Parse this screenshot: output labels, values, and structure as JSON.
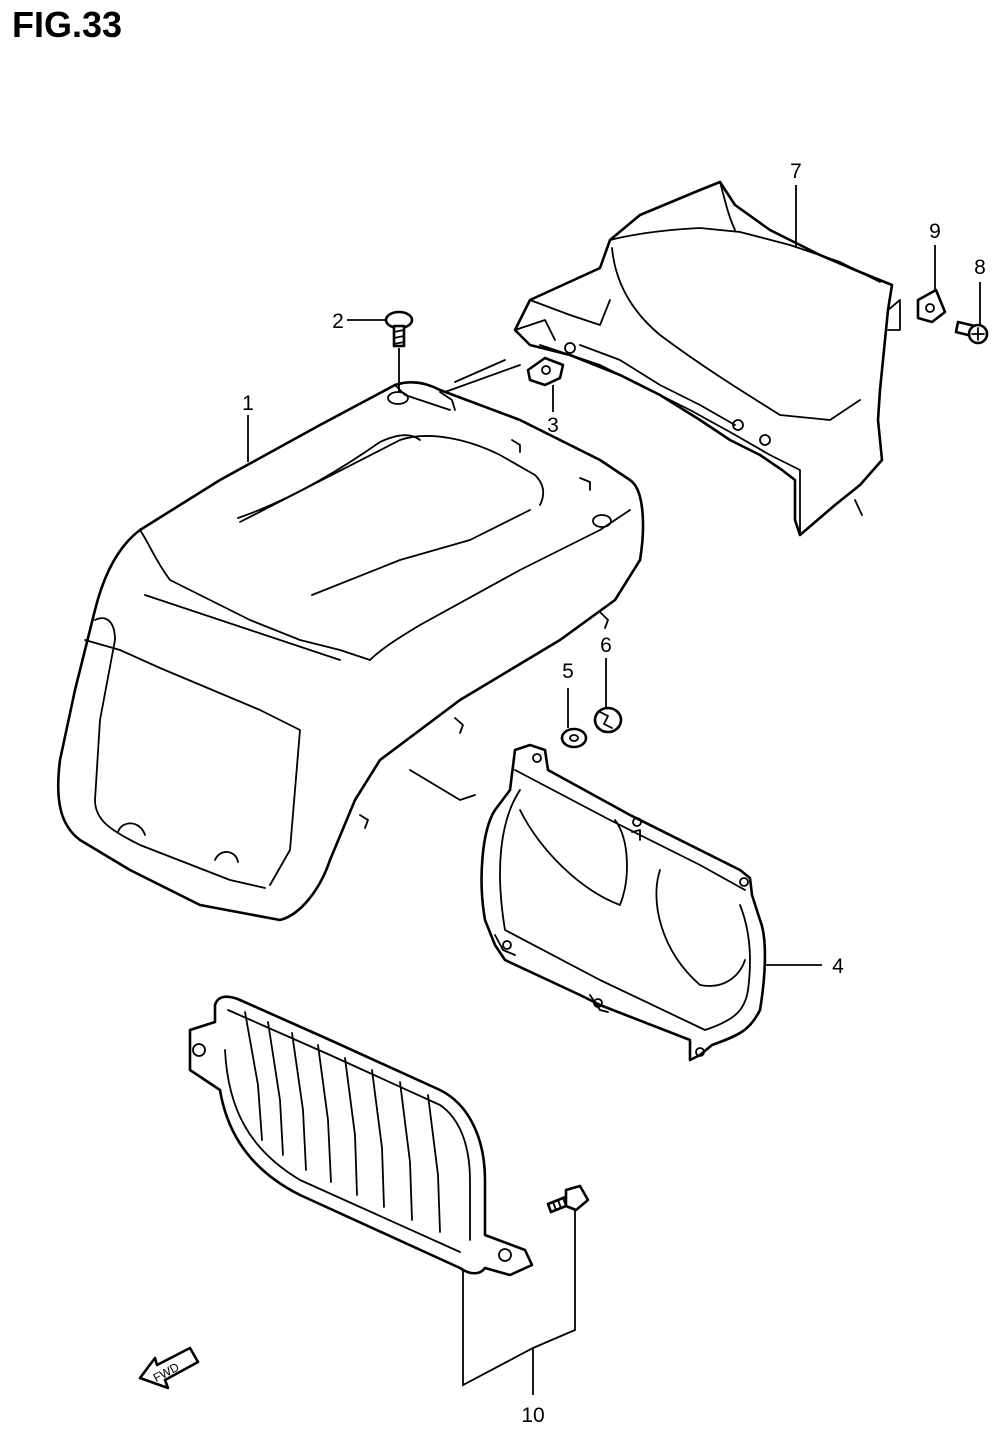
{
  "figure": {
    "title": "FIG.33"
  },
  "direction_marker": {
    "label": "FWD",
    "icon": "forward-arrow-icon"
  },
  "callouts": [
    {
      "id": "1",
      "label": "1"
    },
    {
      "id": "2",
      "label": "2"
    },
    {
      "id": "3",
      "label": "3"
    },
    {
      "id": "4",
      "label": "4"
    },
    {
      "id": "5",
      "label": "5"
    },
    {
      "id": "6",
      "label": "6"
    },
    {
      "id": "7",
      "label": "7"
    },
    {
      "id": "8",
      "label": "8"
    },
    {
      "id": "9",
      "label": "9"
    },
    {
      "id": "10",
      "label": "10"
    }
  ]
}
